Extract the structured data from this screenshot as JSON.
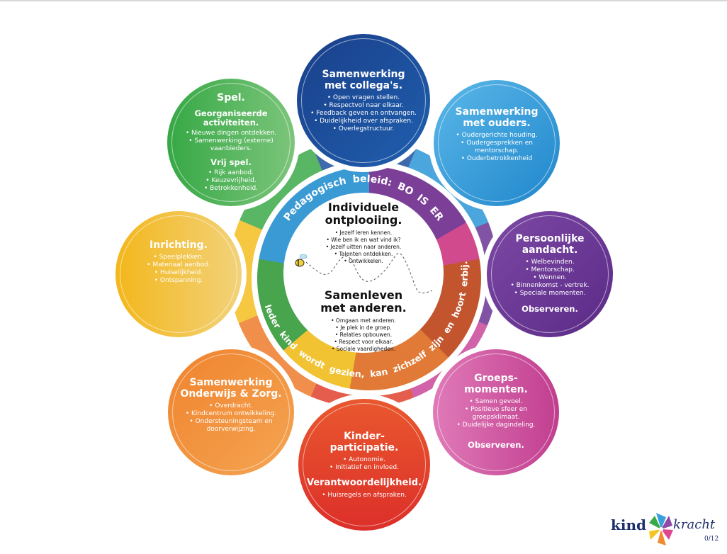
{
  "ring": {
    "top_text": "Pedagogisch beleid: BO IS ER",
    "bottom_text": "Ieder kind wordt gezien, kan zichzelf zijn en hoort erbij."
  },
  "center": {
    "individual": {
      "title": "Individuele\nontplooiing.",
      "items": [
        "• Jezelf leren kennen.",
        "• Wie ben ik en wat vind ik?",
        "• Jezelf uitten naar anderen.",
        "• Talenten ontdekken.",
        "• Ontwikkelen."
      ]
    },
    "together": {
      "title": "Samenleven\nmet anderen.",
      "items": [
        "• Omgaan met anderen.",
        "• Je plek in de groep.",
        "• Relaties opbouwen.",
        "• Respect voor elkaar.",
        "• Sociale vaardigheden."
      ]
    }
  },
  "circles": {
    "colleagues": {
      "title": "Samenwerking\nmet collega's.",
      "items": [
        "• Open vragen stellen.",
        "• Respectvol naar elkaar.",
        "• Feedback geven en ontvangen.",
        "• Duidelijkheid over afspraken.",
        "• Overlegstructuur."
      ],
      "color": "#1d4f9c"
    },
    "parents": {
      "title": "Samenwerking\nmet ouders.",
      "items": [
        "• Oudergerichte houding.",
        "• Oudergesprekken en\nmentorschap.",
        "• Ouderbetrokkenheid"
      ],
      "color": "#2a96d6"
    },
    "attention": {
      "title": "Persoonlijke\naandacht.",
      "items": [
        "• Welbevinden.",
        "• Mentorschap.",
        "• Wennen.",
        "• Binnenkomst - vertrek.",
        "• Speciale momenten."
      ],
      "footer": "Observeren.",
      "color": "#6a3594"
    },
    "group": {
      "title": "Groeps-\nmomenten.",
      "items": [
        "• Samen gevoel.",
        "• Positieve sfeer en\ngroepsklimaat.",
        "• Duidelijke dagindeling."
      ],
      "footer": "Observeren.",
      "color": "#c9479a"
    },
    "participation": {
      "title": "Kinder-\nparticipatie.",
      "items": [
        "• Autonomie.",
        "• Initiatief en invloed."
      ],
      "sub": "Verantwoordelijkheid.",
      "sub_items": [
        "• Huisregels en afspraken."
      ],
      "color": "#e0402c"
    },
    "education": {
      "title": "Samenwerking\nOnderwijs & Zorg.",
      "items": [
        "• Overdracht.",
        "• Kindcentrum ontwikkeling.",
        "• Ondersteuningsteam en\ndoorverwijzing."
      ],
      "color": "#ee7b2b"
    },
    "furnishing": {
      "title": "Inrichting.",
      "items": [
        "• Speelplekken.",
        "• Materiaal aanbod.",
        "• Huiselijkheid.",
        "• Ontspanning."
      ],
      "color": "#f5bd1f"
    },
    "play": {
      "title": "Spel.",
      "sub1": "Georganiseerde\nactiviteiten.",
      "items1": [
        "• Nieuwe dingen ontdekken.",
        "• Samenwerking (externe)\nvaanbieders."
      ],
      "sub2": "Vrij spel.",
      "items2": [
        "• Rijk aanbod.",
        "• Keuzevrijheid.",
        "• Betrokkenheid."
      ],
      "color": "#3aa948"
    }
  },
  "logo": {
    "word1": "kind",
    "word2": "kracht",
    "tag": "0/12"
  }
}
